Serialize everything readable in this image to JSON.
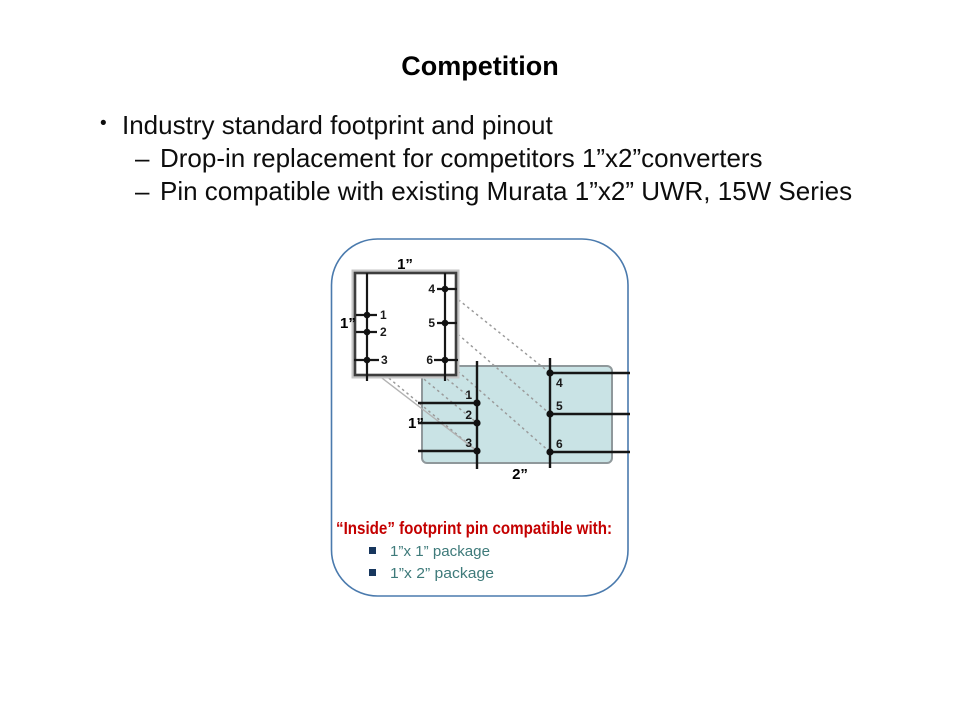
{
  "title": "Competition",
  "bullets": {
    "marker_l1": "•",
    "marker_l2": "–",
    "main": "Industry standard footprint and pinout",
    "sub": [
      "Drop-in replacement for competitors 1”x2”converters",
      "Pin compatible with existing Murata 1”x2” UWR, 15W Series"
    ]
  },
  "diagram": {
    "package_1x1": {
      "width_label": "1”",
      "height_label": "1”",
      "pins": [
        "1",
        "2",
        "3",
        "4",
        "5",
        "6"
      ]
    },
    "package_1x2": {
      "height_label": "1”",
      "width_label": "2”",
      "pins": [
        "1",
        "2",
        "3",
        "4",
        "5",
        "6"
      ]
    },
    "caption": "“Inside” footprint pin compatible with:",
    "items": [
      "1”x 1” package",
      "1”x 2” package"
    ],
    "colors": {
      "caption_red": "#c40000",
      "item_teal": "#3e7a7a",
      "bullet_navy": "#17365d",
      "package_fill": "#c9e3e5",
      "package_border": "#8f989b",
      "container_border": "#4a7aad"
    }
  }
}
